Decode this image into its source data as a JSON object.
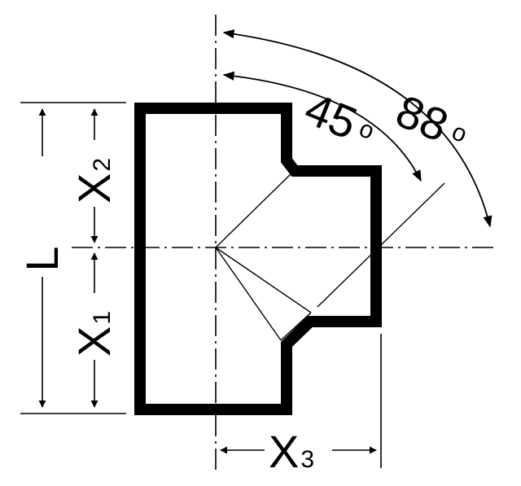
{
  "labels": {
    "length": "L",
    "x1": "X",
    "x1_sub": "1",
    "x2": "X",
    "x2_sub": "2",
    "x3": "X",
    "x3_sub": "3",
    "angle_small": "45",
    "angle_large": "88",
    "degree_mark": "o"
  },
  "colors": {
    "ink": "#000000",
    "background": "#ffffff"
  }
}
